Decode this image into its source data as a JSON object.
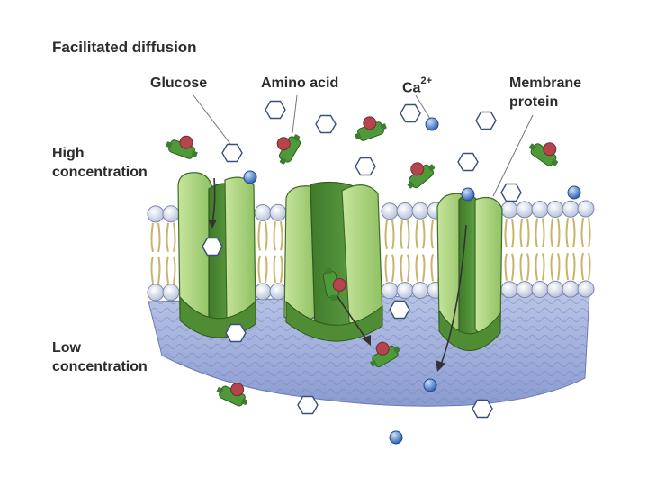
{
  "diagram": {
    "title": "Facilitated diffusion",
    "labels": {
      "high_concentration": [
        "High",
        "concentration"
      ],
      "low_concentration": [
        "Low",
        "concentration"
      ],
      "glucose": "Glucose",
      "amino_acid": "Amino acid",
      "calcium_base": "Ca",
      "calcium_charge": "2+",
      "membrane_protein": [
        "Membrane",
        "protein"
      ]
    },
    "colors": {
      "text": "#2b2b2b",
      "protein_light": "#a9d27a",
      "protein_dark": "#4f8c34",
      "lipid_head": "#dfe6f2",
      "lipid_tail": "#efe1a8",
      "cytoplasm": "#9aa9d6",
      "glucose_fill": "#ffffff",
      "glucose_stroke": "#3c4f7a",
      "calcium": "#3f78c3",
      "amino_green": "#4e9a3a",
      "amino_red": "#b5444c"
    }
  }
}
